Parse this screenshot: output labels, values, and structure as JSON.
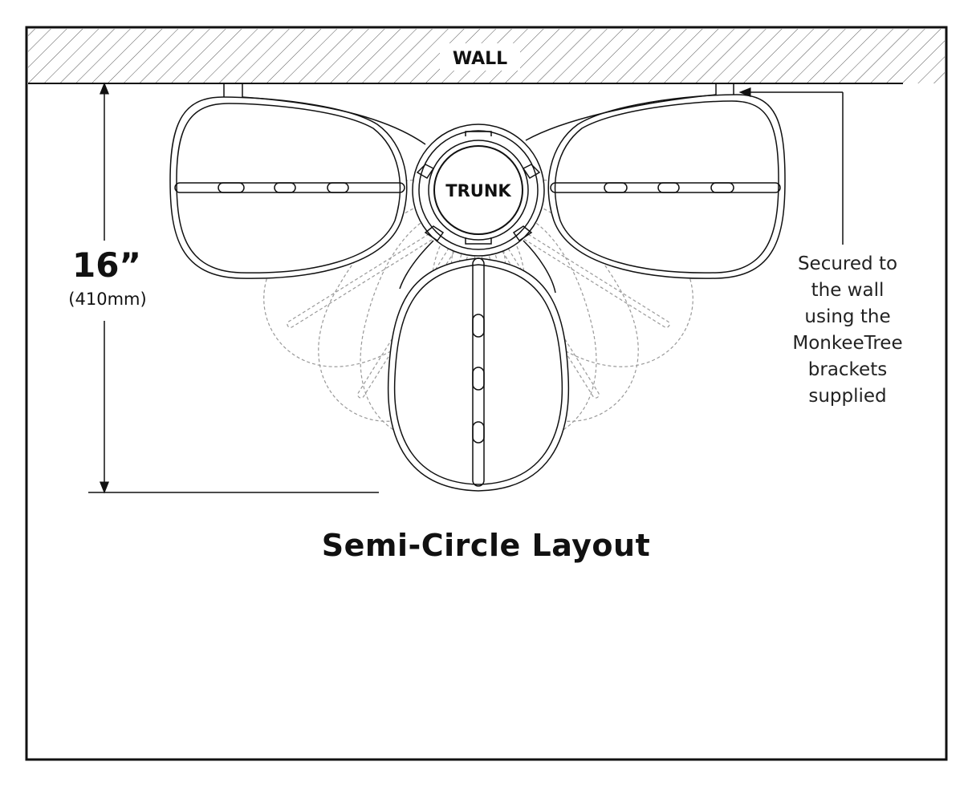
{
  "labels": {
    "wall": "WALL",
    "trunk": "TRUNK",
    "dimension_value": "16”",
    "dimension_metric": "(410mm)",
    "note": "Secured to\nthe wall\nusing the\nMonkeeTree\nbrackets\nsupplied",
    "title": "Semi-Circle Layout"
  }
}
